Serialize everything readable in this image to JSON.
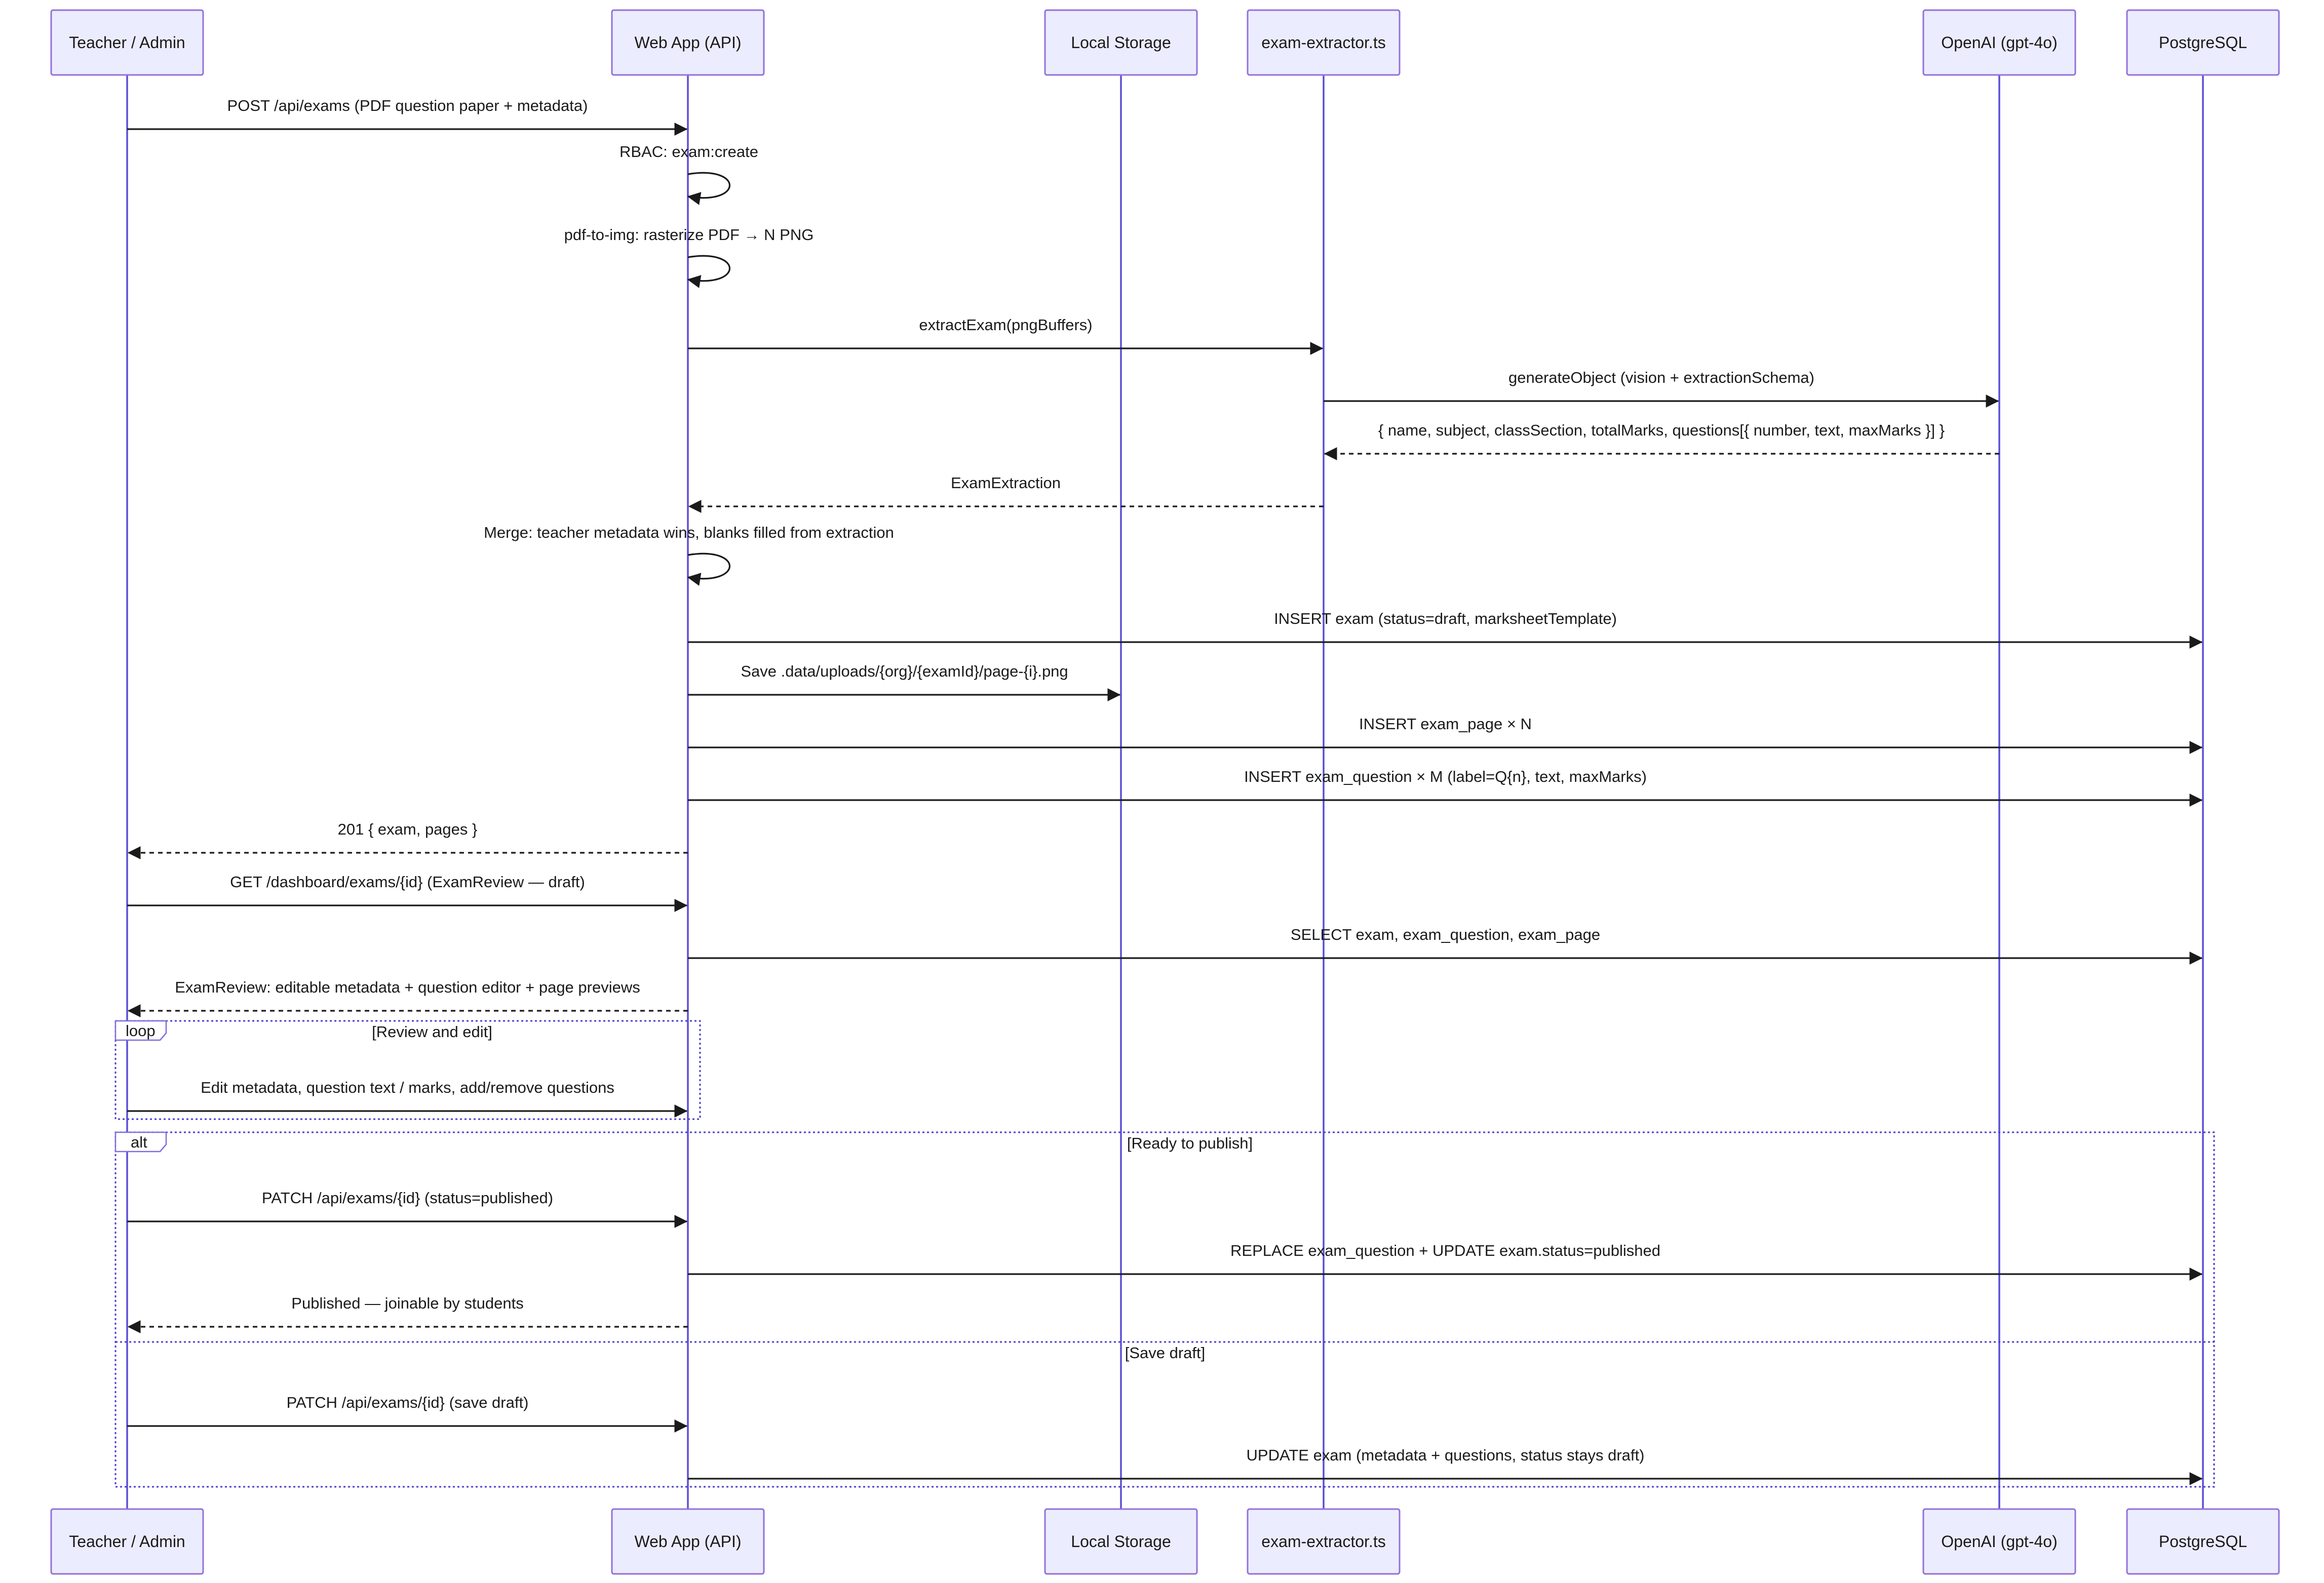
{
  "participants": [
    {
      "id": "teacher",
      "label": "Teacher / Admin"
    },
    {
      "id": "web",
      "label": "Web App (API)"
    },
    {
      "id": "storage",
      "label": "Local Storage"
    },
    {
      "id": "extractor",
      "label": "exam-extractor.ts"
    },
    {
      "id": "openai",
      "label": "OpenAI (gpt-4o)"
    },
    {
      "id": "pg",
      "label": "PostgreSQL"
    }
  ],
  "messages": [
    {
      "from": "teacher",
      "to": "web",
      "style": "solid",
      "label": "POST /api/exams (PDF question paper + metadata)"
    },
    {
      "from": "web",
      "to": "web",
      "style": "self",
      "label": "RBAC: exam:create"
    },
    {
      "from": "web",
      "to": "web",
      "style": "self",
      "label": "pdf-to-img: rasterize PDF → N PNG"
    },
    {
      "from": "web",
      "to": "extractor",
      "style": "solid",
      "label": "extractExam(pngBuffers)"
    },
    {
      "from": "extractor",
      "to": "openai",
      "style": "solid",
      "label": "generateObject (vision + extractionSchema)"
    },
    {
      "from": "openai",
      "to": "extractor",
      "style": "dashed",
      "label": "{ name, subject, classSection, totalMarks, questions[{ number, text, maxMarks }] }"
    },
    {
      "from": "extractor",
      "to": "web",
      "style": "dashed",
      "label": "ExamExtraction"
    },
    {
      "from": "web",
      "to": "web",
      "style": "self",
      "label": "Merge: teacher metadata wins, blanks filled from extraction"
    },
    {
      "from": "web",
      "to": "pg",
      "style": "solid",
      "label": "INSERT exam (status=draft, marksheetTemplate)"
    },
    {
      "from": "web",
      "to": "storage",
      "style": "solid",
      "label": "Save .data/uploads/{org}/{examId}/page-{i}.png"
    },
    {
      "from": "web",
      "to": "pg",
      "style": "solid",
      "label": "INSERT exam_page × N"
    },
    {
      "from": "web",
      "to": "pg",
      "style": "solid",
      "label": "INSERT exam_question × M (label=Q{n}, text, maxMarks)"
    },
    {
      "from": "web",
      "to": "teacher",
      "style": "dashed",
      "label": "201 { exam, pages }"
    },
    {
      "from": "teacher",
      "to": "web",
      "style": "solid",
      "label": "GET /dashboard/exams/{id} (ExamReview — draft)"
    },
    {
      "from": "web",
      "to": "pg",
      "style": "solid",
      "label": "SELECT exam, exam_question, exam_page"
    },
    {
      "from": "web",
      "to": "teacher",
      "style": "dashed",
      "label": "ExamReview: editable metadata + question editor + page previews"
    },
    {
      "from": "teacher",
      "to": "web",
      "style": "solid",
      "label": "Edit metadata, question text / marks, add/remove questions"
    },
    {
      "from": "teacher",
      "to": "web",
      "style": "solid",
      "label": "PATCH /api/exams/{id} (status=published)"
    },
    {
      "from": "web",
      "to": "pg",
      "style": "solid",
      "label": "REPLACE exam_question + UPDATE exam.status=published"
    },
    {
      "from": "web",
      "to": "teacher",
      "style": "dashed",
      "label": "Published — joinable by students"
    },
    {
      "from": "teacher",
      "to": "web",
      "style": "solid",
      "label": "PATCH /api/exams/{id} (save draft)"
    },
    {
      "from": "web",
      "to": "pg",
      "style": "solid",
      "label": "UPDATE exam (metadata + questions, status stays draft)"
    }
  ],
  "frames": [
    {
      "kind": "loop",
      "condition": "[Review and edit]"
    },
    {
      "kind": "alt",
      "condition": "[Ready to publish]",
      "else_condition": "[Save draft]"
    }
  ]
}
